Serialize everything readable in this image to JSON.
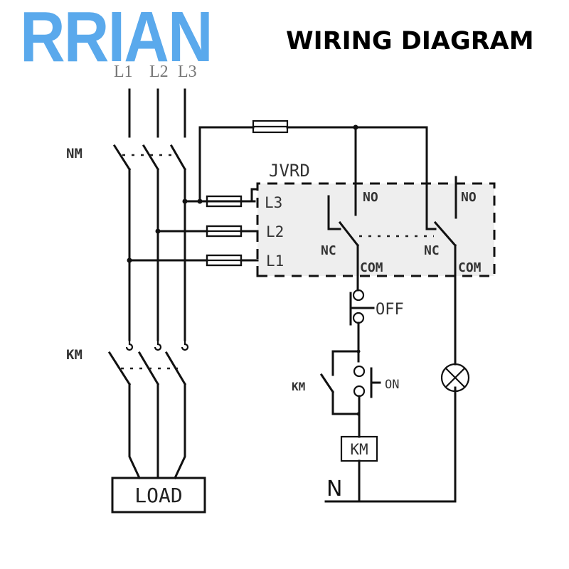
{
  "brand": {
    "text": "RRIAN",
    "color": "#5aa9ec"
  },
  "title": "WIRING DIAGRAM",
  "diagram": {
    "supply_labels": [
      "L1",
      "L2",
      "L3"
    ],
    "breaker_label": "NM",
    "contactor_label": "KM",
    "load_label": "LOAD",
    "relay": {
      "name": "JVRD",
      "inputs": [
        "L3",
        "L2",
        "L1"
      ],
      "contacts": [
        {
          "no": "NO",
          "nc": "NC",
          "com": "COM"
        },
        {
          "no": "NO",
          "nc": "NC",
          "com": "COM"
        }
      ],
      "box_fill": "#eeeeee"
    },
    "off_button_label": "OFF",
    "on_button_label": "ON",
    "aux_contact_label": "KM",
    "coil_label": "KM",
    "neutral_label": "N",
    "lamp": "indicator-lamp"
  }
}
